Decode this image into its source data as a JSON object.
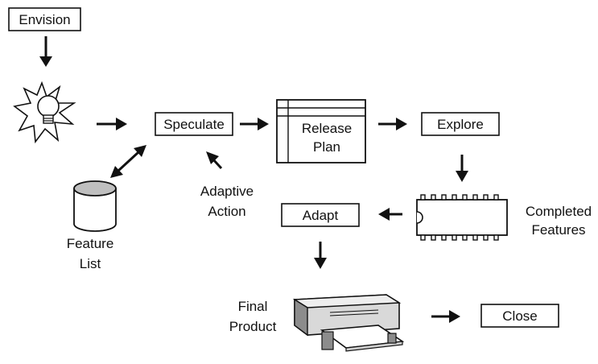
{
  "nodes": {
    "envision": "Envision",
    "speculate": "Speculate",
    "release_plan": [
      "Release",
      "Plan"
    ],
    "explore": "Explore",
    "adapt": "Adapt",
    "close": "Close"
  },
  "labels": {
    "feature_list": [
      "Feature",
      "List"
    ],
    "adaptive_action": [
      "Adaptive",
      "Action"
    ],
    "completed_features": [
      "Completed",
      "Features"
    ],
    "final_product": [
      "Final",
      "Product"
    ]
  },
  "icons": {
    "idea": "lightbulb-icon",
    "feature_list": "database-cylinder-icon",
    "completed_features": "chip-icon",
    "final_product": "printer-icon"
  },
  "colors": {
    "stroke": "#111111",
    "background": "#ffffff",
    "cylinder_top": "#bfbfbf",
    "printer_body": "#d9d9d9",
    "printer_shadow": "#8c8c8c"
  }
}
